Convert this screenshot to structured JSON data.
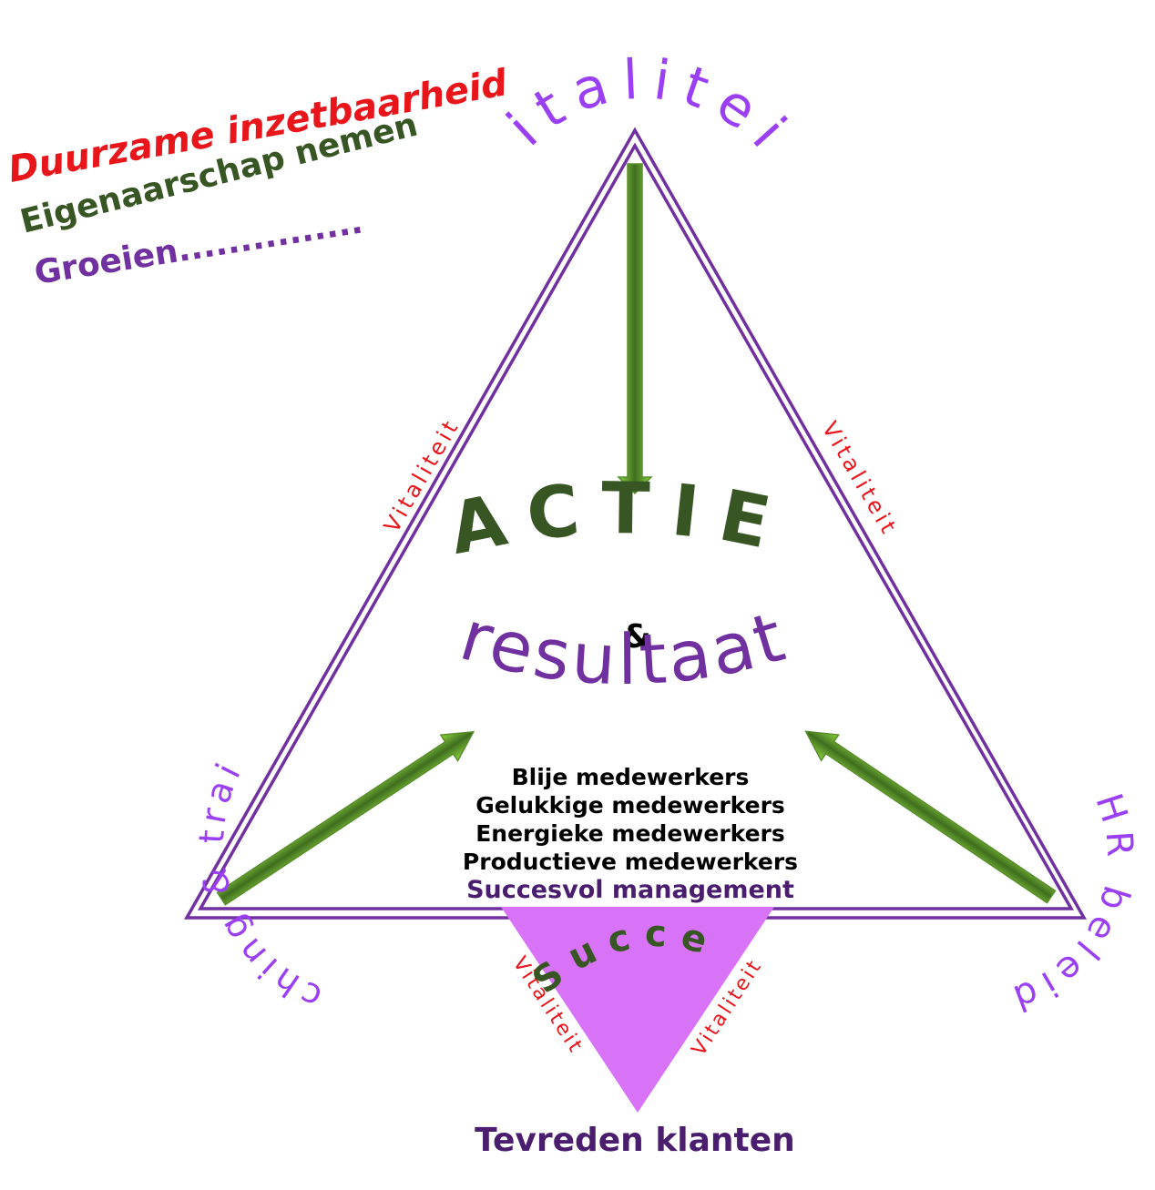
{
  "colors": {
    "red": "#e8151b",
    "dark_green": "#375623",
    "purple": "#7030a0",
    "violet": "#9b3ff5",
    "dark_purple": "#4a1d6f",
    "pink_fill": "#d873f7",
    "arrow_light": "#8dd33f",
    "arrow_dark": "#3f6e1f",
    "black": "#000000"
  },
  "top_left": {
    "line1": "Duurzame inzetbaarheid",
    "line2": "Eigenaarschap nemen",
    "line3": "Groeien..............."
  },
  "corners": {
    "top": "Vitaliteit",
    "left": "Coaching & training",
    "right": "HR beleid"
  },
  "edges": {
    "left": "Vitaliteit",
    "right": "Vitaliteit",
    "small_left": "Vitaliteit",
    "small_right": "Vitaliteit"
  },
  "center": {
    "actie": "ACTIE",
    "ampersand": "&",
    "resultaat": "resultaat",
    "list": [
      "Blije medewerkers",
      "Gelukkige medewerkers",
      "Energieke medewerkers",
      "Productieve medewerkers"
    ],
    "management": "Succesvol management"
  },
  "bottom": {
    "succes": "Succes",
    "tevreden": "Tevreden klanten"
  },
  "icons": {
    "arrows": [
      "arrow-down-icon",
      "arrow-up-right-icon",
      "arrow-up-left-icon"
    ]
  }
}
